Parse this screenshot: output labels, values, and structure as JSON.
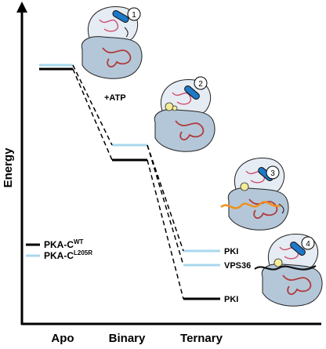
{
  "axis": {
    "y_title": "Energy",
    "x_categories": [
      "Apo",
      "Binary",
      "Ternary"
    ]
  },
  "step_annotation": "+ATP",
  "level_labels": {
    "ternary_l205r_top": "PKI",
    "ternary_l205r_bottom": "VPS36",
    "ternary_wt": "PKI"
  },
  "legend": [
    {
      "base": "PKA-C",
      "sup": "WT",
      "color": "#000000"
    },
    {
      "base": "PKA-C",
      "sup": "L205R",
      "color": "#a8d8ee"
    }
  ],
  "structure_labels": [
    "1",
    "2",
    "3",
    "4"
  ],
  "colors": {
    "wt_level": "#000000",
    "l205r_level": "#a8d8ee",
    "small_lobe": "#e6ecf3",
    "large_lobe": "#b4c7d9",
    "helix": "#1e78c8",
    "loop": "#b03a3a",
    "peptide": "#f0901e",
    "atp": "#f4ec96"
  },
  "icons": [
    "up-arrow-icon",
    "kinase-cartoon-icon",
    "atp-molecule-icon",
    "substrate-peptide-icon"
  ]
}
